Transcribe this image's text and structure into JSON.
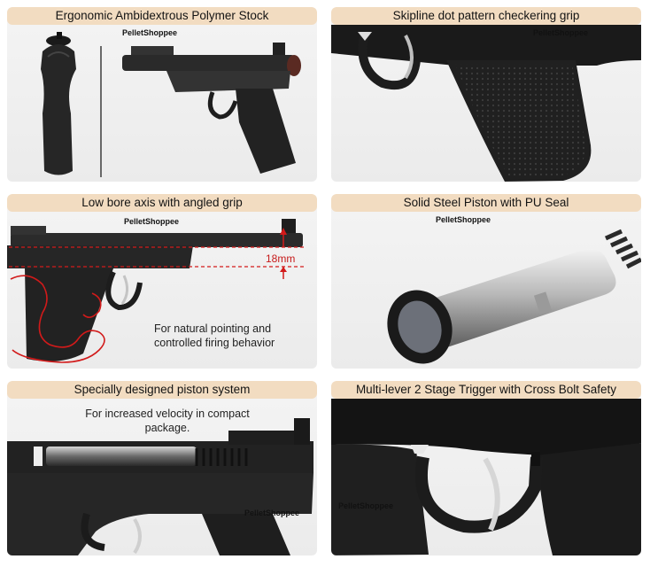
{
  "watermark": "PelletShoppee",
  "panels": [
    {
      "title": "Ergonomic Ambidextrous Polymer Stock"
    },
    {
      "title": "Skipline dot pattern checkering grip"
    },
    {
      "title": "Low bore axis with angled grip",
      "measurement": "18mm",
      "caption_line1": "For natural pointing and",
      "caption_line2": "controlled firing behavior"
    },
    {
      "title": "Solid Steel Piston with PU Seal"
    },
    {
      "title": "Specially designed piston system",
      "caption_line1": "For increased velocity in compact",
      "caption_line2": "package."
    },
    {
      "title": "Multi-lever 2 Stage Trigger with Cross Bolt Safety"
    }
  ]
}
